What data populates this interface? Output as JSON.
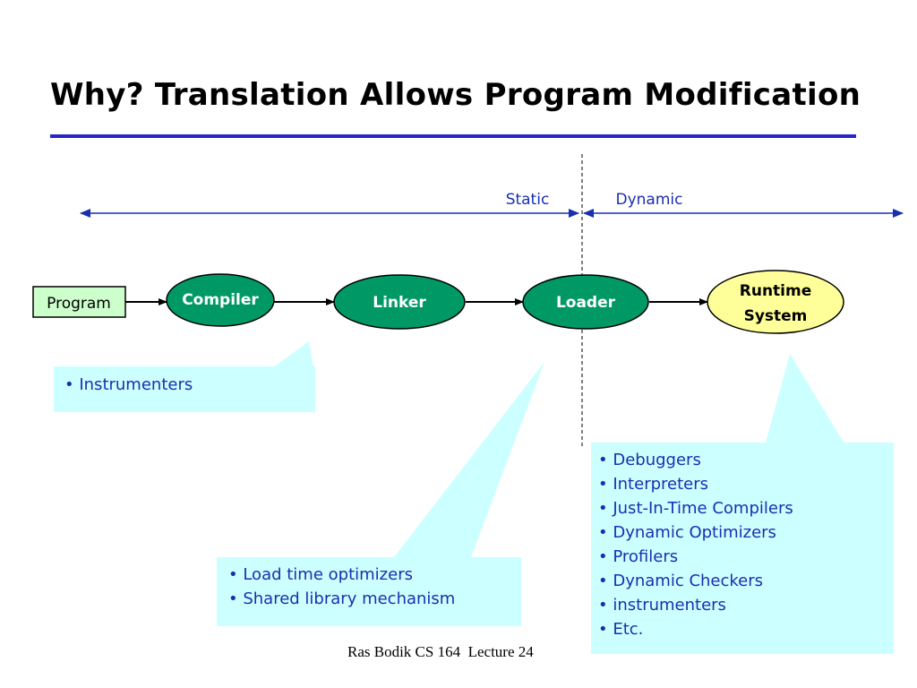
{
  "title": "Why? Translation Allows Program Modification",
  "timeline": {
    "static_label": "Static",
    "dynamic_label": "Dynamic"
  },
  "nodes": {
    "program": "Program",
    "compiler": "Compiler",
    "linker": "Linker",
    "loader": "Loader",
    "runtime_line1": "Runtime",
    "runtime_line2": "System"
  },
  "callouts": {
    "compile_time": [
      "Instrumenters"
    ],
    "load_time": [
      "Load time optimizers",
      "Shared library mechanism"
    ],
    "runtime": [
      "Debuggers",
      "Interpreters",
      "Just-In-Time Compilers",
      "Dynamic Optimizers",
      "Profilers",
      "Dynamic Checkers",
      "instrumenters",
      "Etc."
    ]
  },
  "footer": "Ras Bodik CS 164  Lecture 24",
  "colors": {
    "title_rule": "#2626c8",
    "node_fill": "#009966",
    "runtime_fill": "#ffff99",
    "callout_fill": "#ccffff",
    "callout_text": "#1a2fb0"
  }
}
